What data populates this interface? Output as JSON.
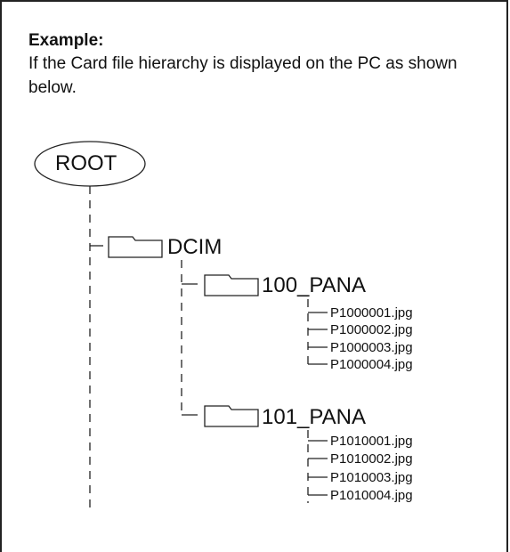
{
  "example": {
    "heading": "Example:",
    "intro": "If the Card file hierarchy is displayed on the PC as shown below."
  },
  "tree": {
    "root": "ROOT",
    "dcim": "DCIM",
    "folder1": {
      "name": "100_PANA",
      "files": [
        "P1000001.jpg",
        "P1000002.jpg",
        "P1000003.jpg",
        "P1000004.jpg"
      ]
    },
    "folder2": {
      "name": "101_PANA",
      "files": [
        "P1010001.jpg",
        "P1010002.jpg",
        "P1010003.jpg",
        "P1010004.jpg"
      ]
    }
  }
}
